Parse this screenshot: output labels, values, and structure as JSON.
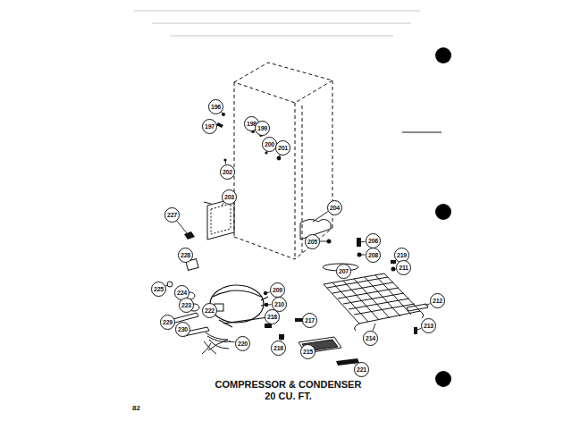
{
  "diagram": {
    "title": "COMPRESSOR & CONDENSER 20 CU. FT.",
    "labels": [
      "196",
      "197",
      "198",
      "199",
      "200",
      "201",
      "202",
      "203",
      "227",
      "204",
      "205",
      "206",
      "208",
      "219",
      "211",
      "207",
      "228",
      "209",
      "210",
      "225",
      "224",
      "223",
      "222",
      "229",
      "230",
      "218",
      "217",
      "212",
      "213",
      "214",
      "220",
      "216",
      "215",
      "221",
      "82"
    ]
  }
}
